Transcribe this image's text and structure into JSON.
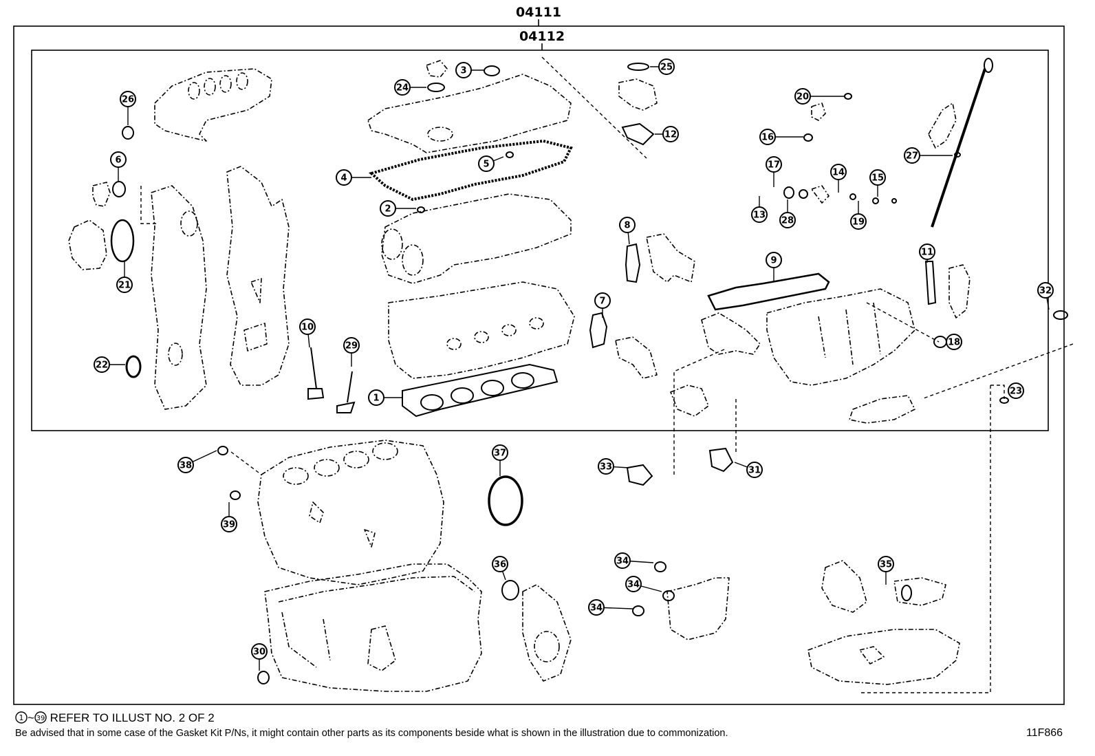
{
  "kits": {
    "outer": "04111",
    "inner": "04112"
  },
  "callouts": [
    "1",
    "2",
    "3",
    "4",
    "5",
    "6",
    "7",
    "8",
    "9",
    "10",
    "11",
    "12",
    "13",
    "14",
    "15",
    "16",
    "17",
    "18",
    "19",
    "20",
    "21",
    "22",
    "23",
    "24",
    "25",
    "26",
    "27",
    "28",
    "29",
    "30",
    "31",
    "32",
    "33",
    "34",
    "35",
    "36",
    "37",
    "38",
    "39"
  ],
  "notes": {
    "range_start": "1",
    "range_end": "39",
    "range_sep": "~",
    "reference": " REFER TO ILLUST NO. 2 OF 2",
    "advice": "Be advised that in some case of the Gasket Kit P/Ns,  it might contain other parts as its components beside what is shown in the illustration due to commonization."
  },
  "figure_id": "11F866"
}
